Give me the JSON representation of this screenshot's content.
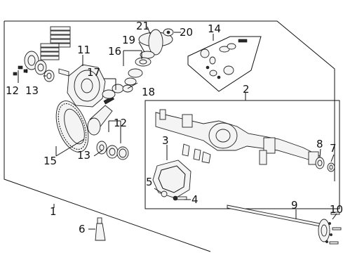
{
  "callouts": [
    {
      "id": "1",
      "text": "1"
    },
    {
      "id": "2",
      "text": "2"
    },
    {
      "id": "3",
      "text": "3"
    },
    {
      "id": "4",
      "text": "4"
    },
    {
      "id": "5",
      "text": "5"
    },
    {
      "id": "6",
      "text": "6"
    },
    {
      "id": "7",
      "text": "7"
    },
    {
      "id": "8",
      "text": "8"
    },
    {
      "id": "9",
      "text": "9"
    },
    {
      "id": "10",
      "text": "10"
    },
    {
      "id": "11",
      "text": "11"
    },
    {
      "id": "12a",
      "text": "12"
    },
    {
      "id": "12b",
      "text": "12"
    },
    {
      "id": "13a",
      "text": "13"
    },
    {
      "id": "13b",
      "text": "13"
    },
    {
      "id": "14",
      "text": "14"
    },
    {
      "id": "15",
      "text": "15"
    },
    {
      "id": "16",
      "text": "16"
    },
    {
      "id": "17",
      "text": "17"
    },
    {
      "id": "18",
      "text": "18"
    },
    {
      "id": "19",
      "text": "19"
    },
    {
      "id": "20",
      "text": "20"
    },
    {
      "id": "21",
      "text": "21"
    }
  ],
  "colors": {
    "ink": "#111111",
    "background": "#ffffff"
  }
}
